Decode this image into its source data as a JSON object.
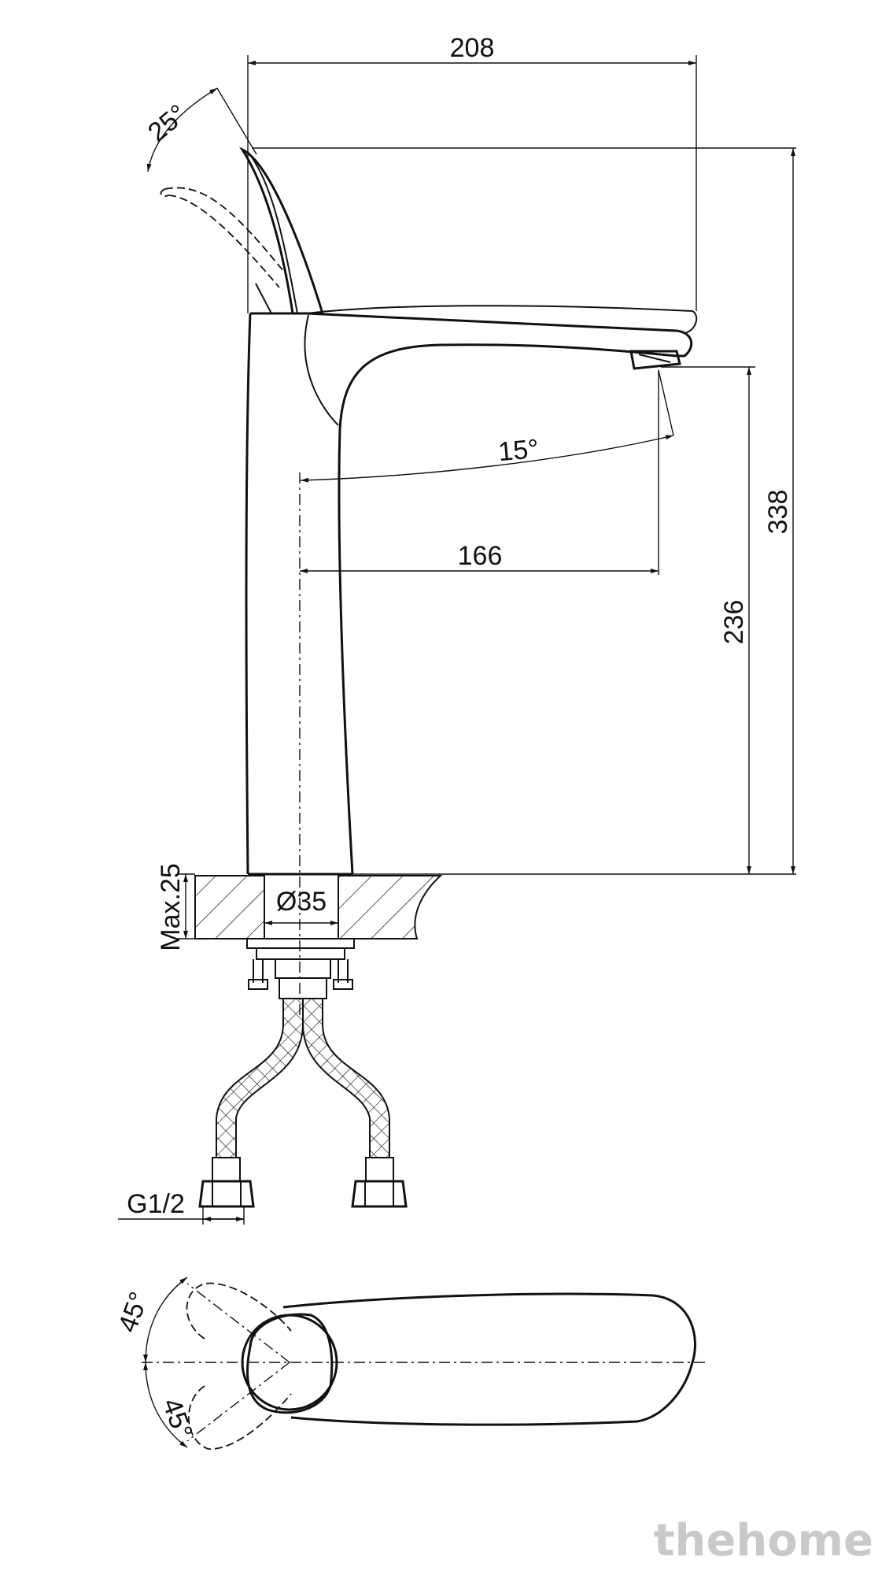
{
  "dimensions": {
    "overall_width": "208",
    "overall_height": "338",
    "spout_height": "236",
    "spout_reach": "166",
    "handle_tilt": "25°",
    "spout_swivel": "15°",
    "base_diameter": "Ø35",
    "max_deck_thickness": "Max.25",
    "connection_thread": "G1/2",
    "handle_rotation_left": "45°",
    "handle_rotation_right": "45°"
  },
  "watermark": "thehome"
}
